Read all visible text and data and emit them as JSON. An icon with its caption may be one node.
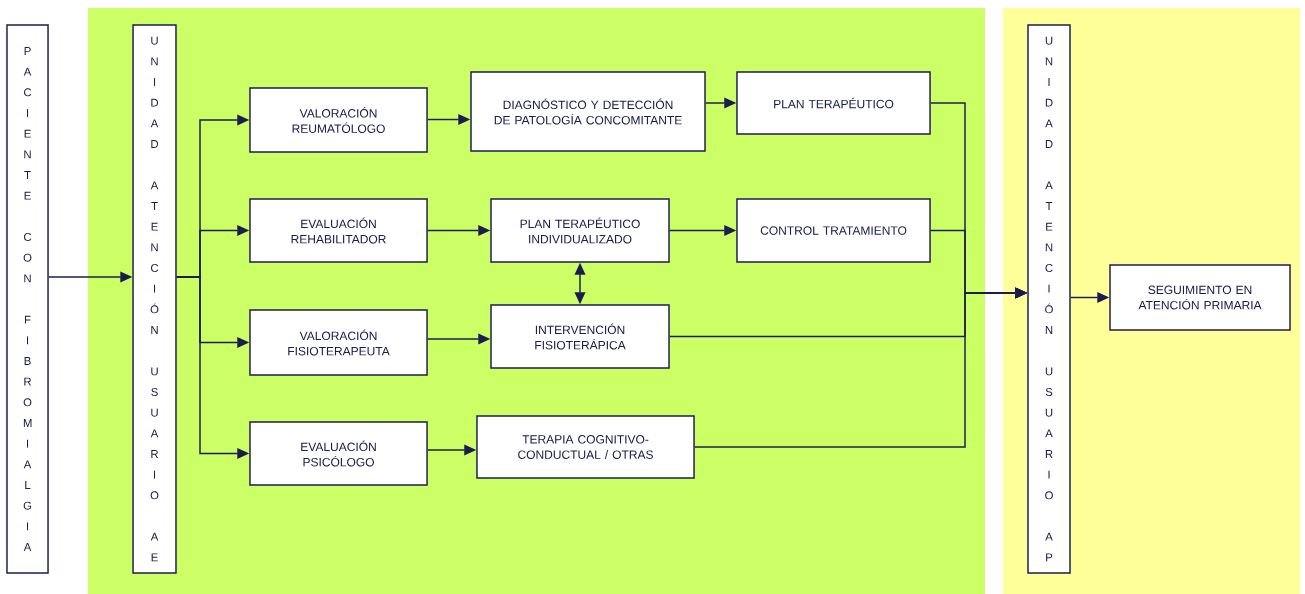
{
  "diagram": {
    "nodes": [
      {
        "text": [
          "PACIENTE CON FIBROMIALGIA"
        ]
      },
      {
        "text": [
          "UNIDAD ATENCIÓN USUARIO AE"
        ]
      },
      {
        "text": [
          "VALORACIÓN REUMATÓLOGO"
        ]
      },
      {
        "text": [
          "DIAGNÓSTICO Y DETECCIÓN DE PATOLOGÍA CONCOMITANTE"
        ]
      },
      {
        "text": [
          "PLAN TERAPÉUTICO"
        ]
      },
      {
        "text": [
          "EVALUACIÓN REHABILITADOR"
        ]
      },
      {
        "text": [
          "PLAN TERAPÉUTICO INDIVIDUALIZADO"
        ]
      },
      {
        "text": [
          "CONTROL TRATAMIENTO"
        ]
      },
      {
        "text": [
          "VALORACIÓN FISIOTERAPEUTA"
        ]
      },
      {
        "text": [
          "INTERVENCIÓN FISIOTERÁPICA"
        ]
      },
      {
        "text": [
          "EVALUACIÓN PSICÓLOGO"
        ]
      },
      {
        "text": [
          "TERAPIA COGNITIVO- CONDUCTUAL / OTRAS"
        ]
      },
      {
        "text": [
          "UNIDAD ATENCIÓN USUARIO AP"
        ]
      },
      {
        "text": [
          "SEGUIMIENTO EN ATENCIÓN PRIMARIA"
        ]
      }
    ],
    "edges": [
      {
        "from": 0,
        "to": 1,
        "arrow": "to"
      },
      {
        "from": 1,
        "to": 2,
        "arrow": "to"
      },
      {
        "from": 1,
        "to": 5,
        "arrow": "to"
      },
      {
        "from": 1,
        "to": 8,
        "arrow": "to"
      },
      {
        "from": 1,
        "to": 10,
        "arrow": "to"
      },
      {
        "from": 2,
        "to": 3,
        "arrow": "to"
      },
      {
        "from": 3,
        "to": 4,
        "arrow": "to"
      },
      {
        "from": 5,
        "to": 6,
        "arrow": "to"
      },
      {
        "from": 6,
        "to": 7,
        "arrow": "to"
      },
      {
        "from": 6,
        "to": 9,
        "arrow": "both"
      },
      {
        "from": 8,
        "to": 9,
        "arrow": "to"
      },
      {
        "from": 10,
        "to": 11,
        "arrow": "to"
      },
      {
        "from": 4,
        "to": 12,
        "arrow": "to"
      },
      {
        "from": 7,
        "to": 12,
        "arrow": "to"
      },
      {
        "from": 9,
        "to": 12,
        "arrow": "to"
      },
      {
        "from": 11,
        "to": 12,
        "arrow": "to"
      },
      {
        "from": 12,
        "to": 13,
        "arrow": "to"
      }
    ]
  }
}
